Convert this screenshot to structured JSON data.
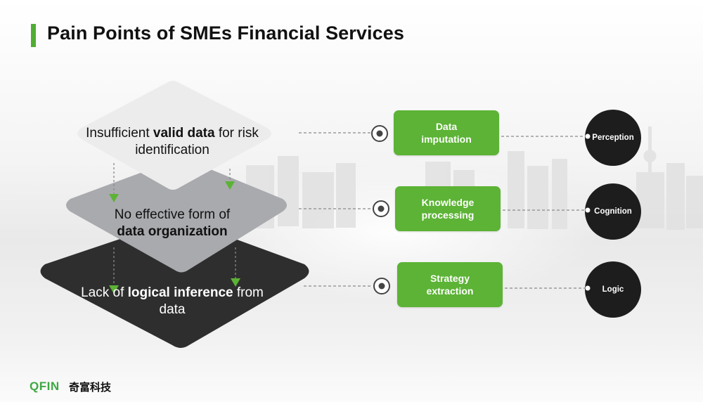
{
  "title": "Pain Points of SMEs Financial Services",
  "layers": [
    {
      "pre": "Insufficient ",
      "bold": "valid data",
      "post": " for risk identification"
    },
    {
      "pre": "No effective form of ",
      "bold": "data organization",
      "post": ""
    },
    {
      "pre": "Lack of ",
      "bold": "logical inference",
      "post": " from data"
    }
  ],
  "solutions": [
    {
      "label": "Data imputation",
      "line1": "Data",
      "line2": "imputation"
    },
    {
      "label": "Knowledge processing",
      "line1": "Knowledge",
      "line2": "processing"
    },
    {
      "label": "Strategy extraction",
      "line1": "Strategy",
      "line2": "extraction"
    }
  ],
  "capabilities": [
    "Perception",
    "Cognition",
    "Logic"
  ],
  "brand": {
    "logo": "QFIN",
    "name_cn": "奇富科技"
  },
  "colors": {
    "accent": "#5cb335",
    "dark": "#1d1d1d",
    "layer_light": "#ececec",
    "layer_mid": "#a9aaae",
    "layer_dark": "#2e2e2e"
  }
}
